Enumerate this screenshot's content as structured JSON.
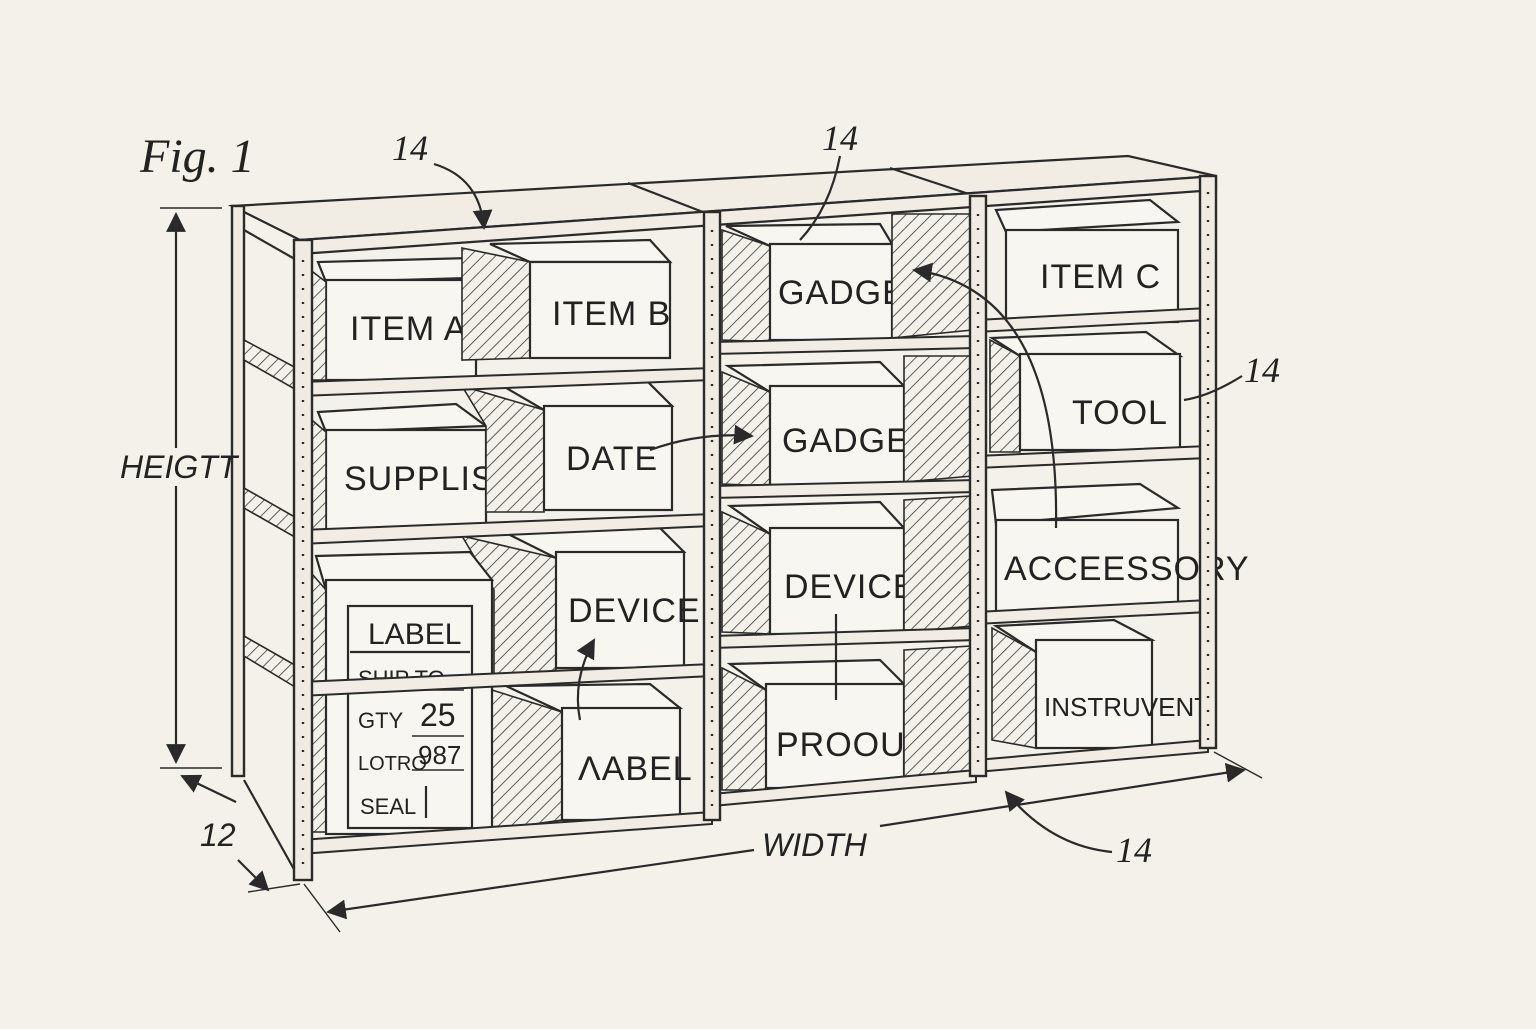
{
  "figure": {
    "title": "Fig. 1"
  },
  "references": {
    "ref_top_left": "14",
    "ref_top_mid": "14",
    "ref_right": "14",
    "ref_bottom": "14"
  },
  "dimensions": {
    "height": "HEIGTT",
    "width": "WIDTH",
    "depth": "12"
  },
  "boxes": {
    "item_a": "ITEM A",
    "item_b": "ITEM B",
    "gadget_top": "GADGET",
    "item_c": "ITEM C",
    "supplis": "SUPPLIS",
    "date": "DATE",
    "gadget_mid": "GADGET",
    "tool": "TOOL",
    "device_left": "DEVICE",
    "device_mid": "DEVICE",
    "accessory": "ACCEESSORY",
    "aabel": "ΛABEL",
    "proougt": "PROOUGT",
    "instruvent": "INSTRUVENT"
  },
  "label_card": {
    "title": "LABEL",
    "ship_to": "SHIP TO",
    "qty_label": "GTY",
    "qty_value": "25",
    "lot_label": "LOTRO",
    "lot_value": "987",
    "seal": "SEAL"
  }
}
